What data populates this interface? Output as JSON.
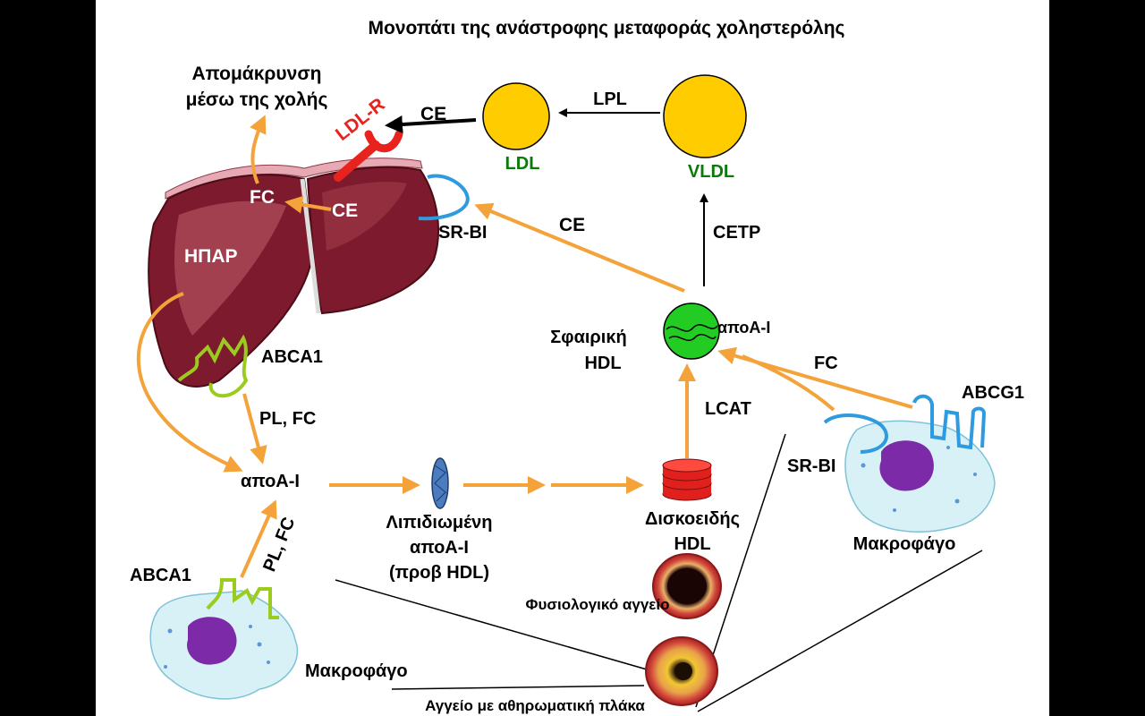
{
  "title": "Μονοπάτι της ανάστροφης μεταφοράς χοληστερόλης",
  "colors": {
    "arrow_orange": "#F4A23A",
    "liver": "#7E1A2E",
    "lipoprotein_yellow": "#FFCC00",
    "hdl_green": "#22CC22",
    "disc_red": "#E0201C",
    "abca1_green": "#9BCB1E",
    "receptor_blue": "#2E9BE0",
    "ldlr_red": "#E8231D",
    "text_green": "#0B7A0B"
  },
  "labels": {
    "bile_excretion_1": "Απομάκρυνση",
    "bile_excretion_2": "μέσω της χολής",
    "ldl_r": "LDL-R",
    "ce_top": "CE",
    "ldl": "LDL",
    "lpl": "LPL",
    "vldl": "VLDL",
    "fc_liver": "FC",
    "ce_liver": "CE",
    "hepar": "ΗΠΑΡ",
    "sr_bi_liver": "SR-BI",
    "ce_mid": "CE",
    "cetp": "CETP",
    "apoai_sphere": "αποA-I",
    "spherical_hdl_1": "Σφαιρική",
    "spherical_hdl_2": "HDL",
    "fc_right": "FC",
    "abcg1": "ABCG1",
    "lcat": "LCAT",
    "sr_bi_macro": "SR-BI",
    "abca1_liver": "ABCA1",
    "pl_fc_liver": "PL, FC",
    "apoai_main": "αποA-I",
    "lipid_apoai_1": "Λιπιδιωμένη",
    "lipid_apoai_2": "αποA-I",
    "lipid_apoai_3": "(προβ HDL)",
    "discoidal_1": "Δισκοειδής",
    "discoidal_2": "HDL",
    "macrophage_right": "Μακροφάγο",
    "abca1_macro": "ABCA1",
    "pl_fc_macro": "PL, FC",
    "normal_vessel": "Φυσιολογικό αγγείο",
    "macrophage_left": "Μακροφάγο",
    "plaque_vessel": "Αγγείο με αθηρωματική πλάκα"
  }
}
